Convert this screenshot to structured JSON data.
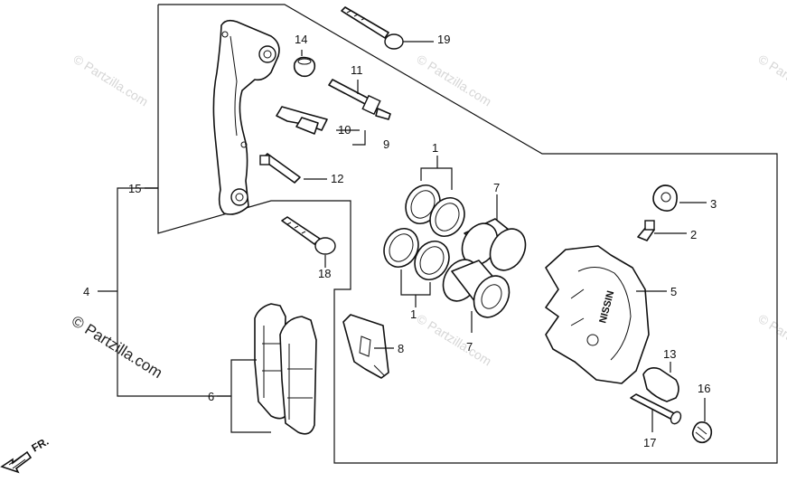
{
  "diagram": {
    "watermark_text": "© Partzilla.com",
    "direction_label": "FR.",
    "part_numbers": {
      "p1a": "1",
      "p1b": "1",
      "p2": "2",
      "p3": "3",
      "p4": "4",
      "p5": "5",
      "p6": "6",
      "p7a": "7",
      "p7b": "7",
      "p8": "8",
      "p9": "9",
      "p10": "10",
      "p11": "11",
      "p12": "12",
      "p13": "13",
      "p14": "14",
      "p15": "15",
      "p16": "16",
      "p17": "17",
      "p18": "18",
      "p19": "19"
    },
    "caliper_marking": "NISSIN"
  }
}
